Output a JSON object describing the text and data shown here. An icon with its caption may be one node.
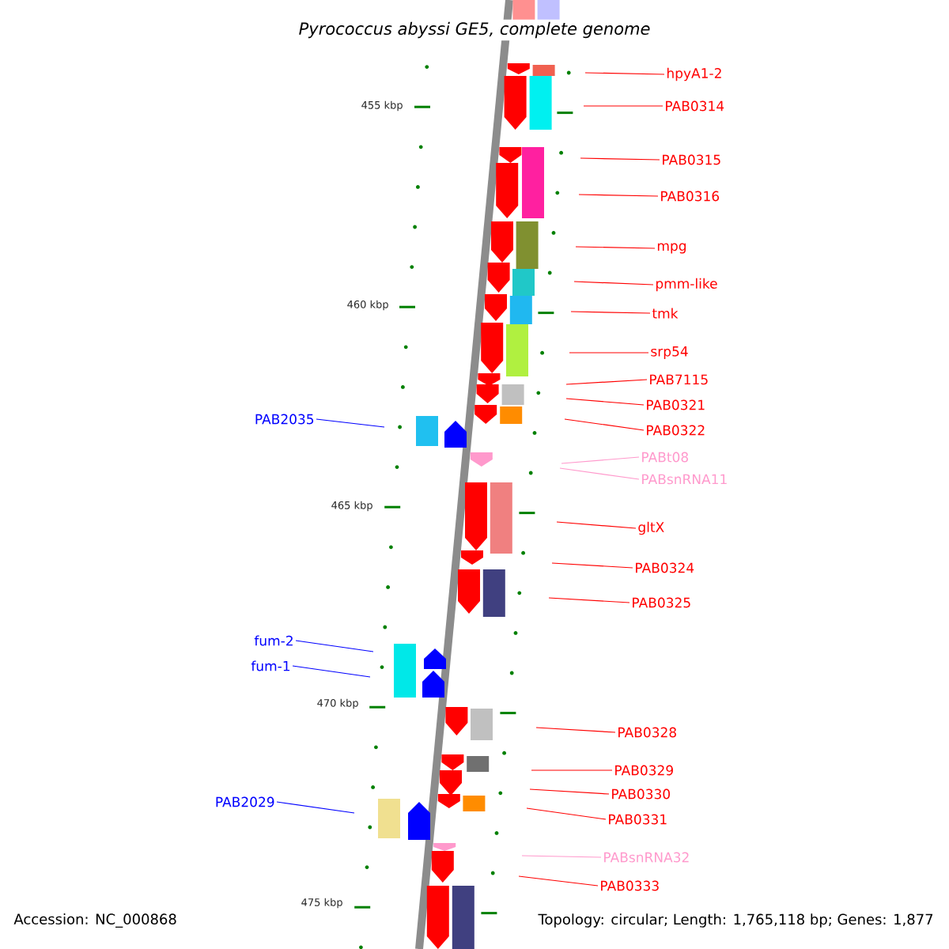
{
  "diagram": {
    "title": "Pyrococcus abyssi GE5, complete genome",
    "nodes": [
      {
        "text": [
          "hpyA1-2"
        ]
      },
      {
        "text": [
          "PAB0314"
        ]
      },
      {
        "text": [
          "PAB0315"
        ]
      },
      {
        "text": [
          "PAB0316"
        ]
      },
      {
        "text": [
          "mpg"
        ]
      },
      {
        "text": [
          "pmm-like"
        ]
      },
      {
        "text": [
          "tmk"
        ]
      },
      {
        "text": [
          "srp54"
        ]
      },
      {
        "text": [
          "PAB7115"
        ]
      },
      {
        "text": [
          "PAB0321"
        ]
      },
      {
        "text": [
          "PAB2035"
        ]
      },
      {
        "text": [
          "PAB0322"
        ]
      },
      {
        "text": [
          "PABt08"
        ]
      },
      {
        "text": [
          "PABsnRNA11"
        ]
      },
      {
        "text": [
          "gltX"
        ]
      },
      {
        "text": [
          "PAB0324"
        ]
      },
      {
        "text": [
          "PAB0325"
        ]
      },
      {
        "text": [
          "fum-2"
        ]
      },
      {
        "text": [
          "fum-1"
        ]
      },
      {
        "text": [
          "PAB0328"
        ]
      },
      {
        "text": [
          "PAB0329"
        ]
      },
      {
        "text": [
          "PAB0330"
        ]
      },
      {
        "text": [
          "PAB2029"
        ]
      },
      {
        "text": [
          "PAB0331"
        ]
      },
      {
        "text": [
          "PABsnRNA32"
        ]
      },
      {
        "text": [
          "PAB0333"
        ]
      }
    ],
    "edges": [
      {
        "from": 0,
        "to": null,
        "arrow": "none"
      },
      {
        "from": 1,
        "to": null,
        "arrow": "none"
      },
      {
        "from": 2,
        "to": null,
        "arrow": "none"
      },
      {
        "from": 3,
        "to": null,
        "arrow": "none"
      },
      {
        "from": 4,
        "to": null,
        "arrow": "none"
      },
      {
        "from": 5,
        "to": null,
        "arrow": "none"
      },
      {
        "from": 6,
        "to": null,
        "arrow": "none"
      },
      {
        "from": 7,
        "to": null,
        "arrow": "none"
      },
      {
        "from": 8,
        "to": null,
        "arrow": "none"
      },
      {
        "from": 9,
        "to": null,
        "arrow": "none"
      },
      {
        "from": 10,
        "to": null,
        "arrow": "none",
        "color": "#0000ff"
      },
      {
        "from": 11,
        "to": null,
        "arrow": "none"
      },
      {
        "from": 12,
        "to": null,
        "arrow": "none",
        "color": "#ff99cc"
      },
      {
        "from": 13,
        "to": null,
        "arrow": "none",
        "color": "#ff99cc"
      },
      {
        "from": 14,
        "to": null,
        "arrow": "none"
      },
      {
        "from": 15,
        "to": null,
        "arrow": "none"
      },
      {
        "from": 16,
        "to": null,
        "arrow": "none"
      },
      {
        "from": 17,
        "to": null,
        "arrow": "none",
        "color": "#0000ff"
      },
      {
        "from": 18,
        "to": null,
        "arrow": "none",
        "color": "#0000ff"
      },
      {
        "from": 19,
        "to": null,
        "arrow": "none"
      },
      {
        "from": 20,
        "to": null,
        "arrow": "none"
      },
      {
        "from": 21,
        "to": null,
        "arrow": "none"
      },
      {
        "from": 22,
        "to": null,
        "arrow": "none",
        "color": "#0000ff"
      },
      {
        "from": 23,
        "to": null,
        "arrow": "none"
      },
      {
        "from": 24,
        "to": null,
        "arrow": "none",
        "color": "#ff99cc"
      },
      {
        "from": 25,
        "to": null,
        "arrow": "none"
      }
    ],
    "labels": [
      "455 kbp",
      "460 kbp",
      "465 kbp",
      "470 kbp",
      "475 kbp",
      "Accession: NC_000868",
      "Topology: circular; Length: 1,765,118 bp; Genes: 1,877"
    ]
  }
}
